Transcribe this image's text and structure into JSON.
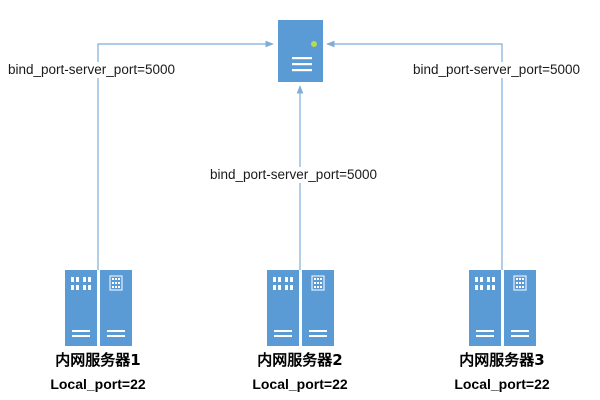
{
  "colors": {
    "server_fill": "#5b9bd5",
    "server_fill_dark": "#4a8ac4",
    "line": "#7faed8",
    "led": "#b7d957"
  },
  "top_server": {
    "icon": "server-icon"
  },
  "connections": [
    {
      "label": "bind_port-server_port=5000"
    },
    {
      "label": "bind_port-server_port=5000"
    },
    {
      "label": "bind_port-server_port=5000"
    }
  ],
  "intranet_servers": [
    {
      "name": "内网服务器1",
      "port": "Local_port=22",
      "icon": "rack-server-icon"
    },
    {
      "name": "内网服务器2",
      "port": "Local_port=22",
      "icon": "rack-server-icon"
    },
    {
      "name": "内网服务器3",
      "port": "Local_port=22",
      "icon": "rack-server-icon"
    }
  ]
}
